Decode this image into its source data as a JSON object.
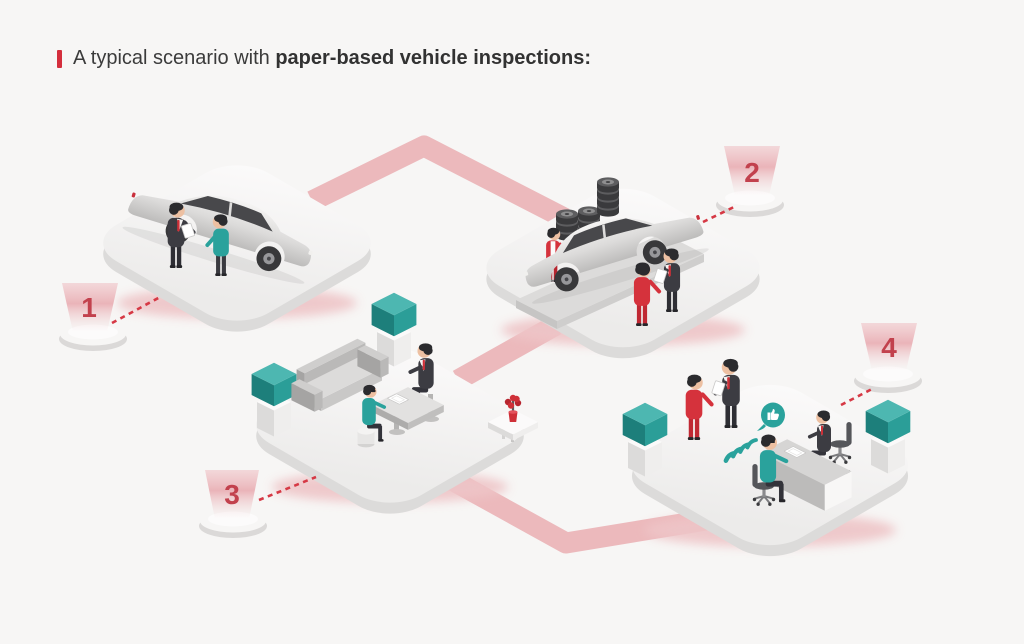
{
  "title": {
    "normal": "A typical scenario with ",
    "bold": "paper-based vehicle inspections:"
  },
  "steps": [
    {
      "number": "1",
      "scene": "car-drop-off-discussion"
    },
    {
      "number": "2",
      "scene": "workshop-tire-inspection"
    },
    {
      "number": "3",
      "scene": "waiting-room-form-filling"
    },
    {
      "number": "4",
      "scene": "office-report-handover"
    }
  ],
  "colors": {
    "background": "#f7f6f5",
    "accent_red": "#d42e3c",
    "marker_red": "#c2414d",
    "dash_red": "#d63945",
    "path_pink": "#ecb9bc",
    "teal": "#2aa29c",
    "clothing_red": "#d5323c",
    "suit_dark": "#3c3c42",
    "platform_gray": "#efeeed"
  }
}
